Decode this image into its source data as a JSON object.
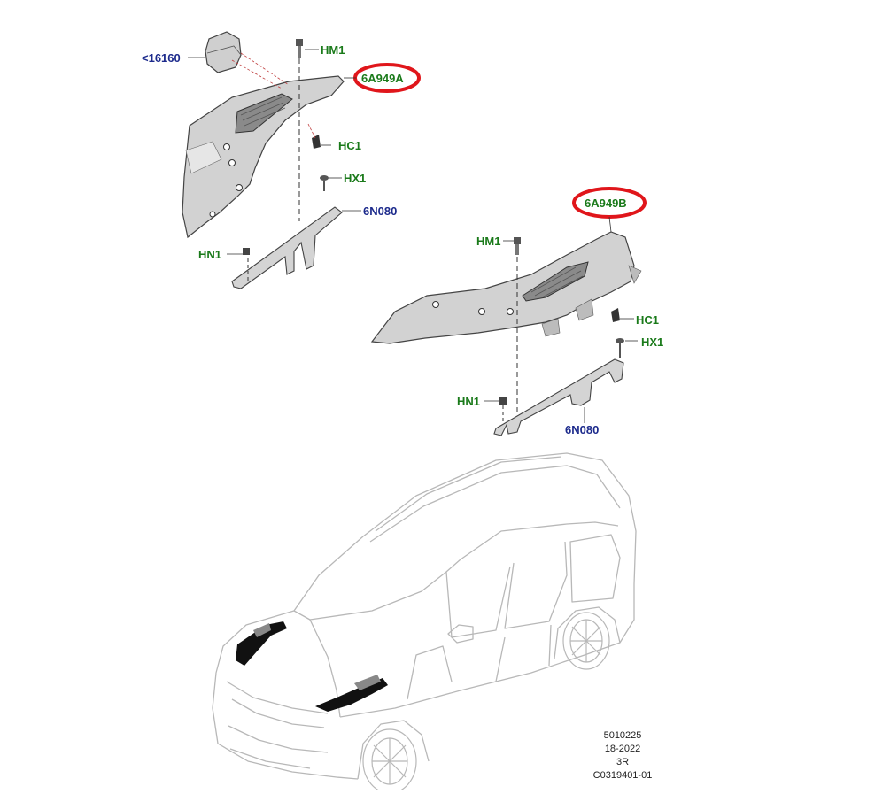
{
  "labels": {
    "ref_16160": "<16160",
    "hm1_a": "HM1",
    "part_a": "6A949A",
    "hc1_a": "HC1",
    "hx1_a": "HX1",
    "n080_a": "6N080",
    "hn1_a": "HN1",
    "part_b": "6A949B",
    "hm1_b": "HM1",
    "hc1_b": "HC1",
    "hx1_b": "HX1",
    "hn1_b": "HN1",
    "n080_b": "6N080"
  },
  "reference": {
    "line1": "5010225",
    "line2": "18-2022",
    "line3": "3R",
    "line4": "C0319401-01"
  },
  "colors": {
    "label_green": "#1a7a1a",
    "label_blue": "#1c2a8c",
    "highlight_red": "#e0161b",
    "part_fill": "#d2d2d2",
    "car_outline": "#b8b8b8"
  }
}
